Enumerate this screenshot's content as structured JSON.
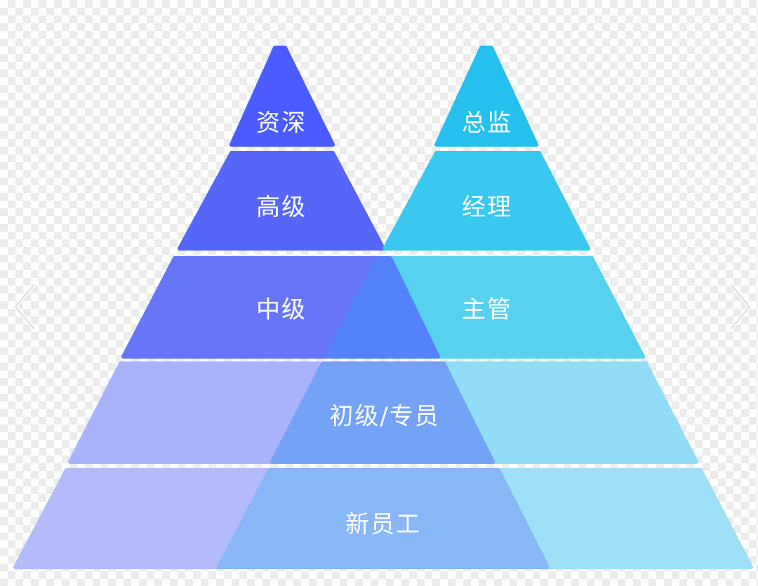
{
  "pyramid": {
    "left_levels": [
      "资深",
      "高级",
      "中级"
    ],
    "right_levels": [
      "总监",
      "经理",
      "主管"
    ],
    "shared_levels": [
      "初级/专员",
      "新员工"
    ]
  },
  "colors": {
    "left_top": "#4a5cff",
    "left_mid": "#5566f9",
    "left_low": "#6776f8",
    "left_pale": "#a9b3fb",
    "right_top": "#25c0ee",
    "right_mid": "#39c8f0",
    "right_low": "#58d1f1",
    "right_pale": "#93dcf5",
    "overlap_dark": "#5482fa",
    "overlap_mid": "#73a2f7",
    "overlap_light": "#88b6f6"
  },
  "nav": {
    "left_icon": "chevron-left-icon",
    "right_icon": "chevron-right-icon"
  }
}
